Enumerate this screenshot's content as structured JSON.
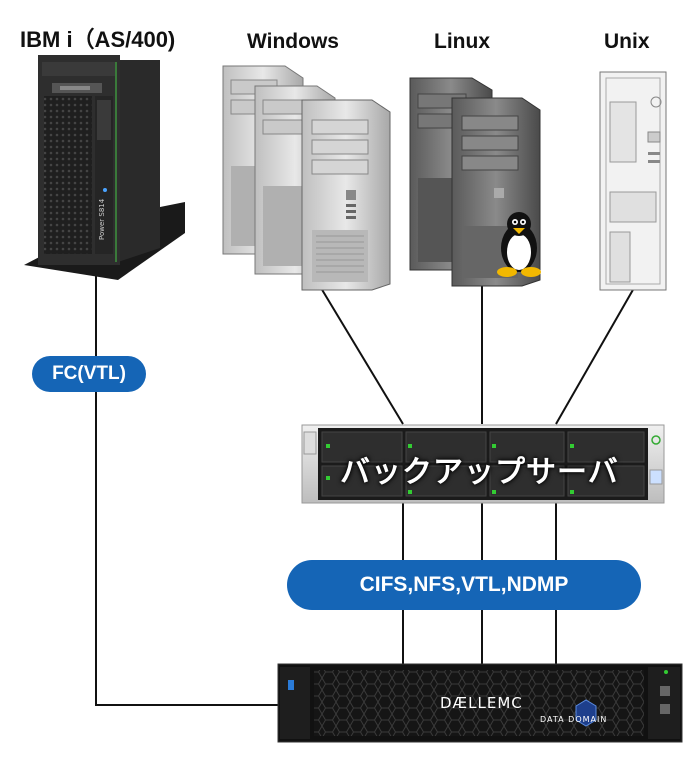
{
  "labels": {
    "ibmi": "IBM i（AS/400)",
    "windows": "Windows",
    "linux": "Linux",
    "unix": "Unix"
  },
  "connections": {
    "fc": "FC(VTL)",
    "protocols": "CIFS,NFS,VTL,NDMP"
  },
  "backup_server": {
    "label": "バックアップサーバ"
  },
  "storage": {
    "brand": "DÆLLEMC",
    "sub": "DATA DOMAIN"
  },
  "ibmi_tower": {
    "model": "Power S814"
  },
  "colors": {
    "pill": "#1565b6",
    "line": "#111111"
  }
}
